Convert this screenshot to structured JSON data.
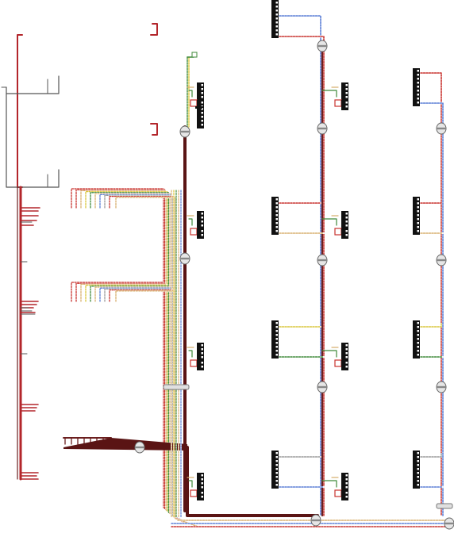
{
  "diagram": {
    "title": "",
    "colors": {
      "background": "#ffffff",
      "harness_red": "#b3262b",
      "harness_dark": "#6b1f1f",
      "trunk_dark": "#5a1414",
      "frame_gray": "#555555",
      "connector_black": "#111111",
      "clip_gray": "#b5b5b5",
      "wire_blue": "#5b7fd6",
      "wire_red": "#c8322e",
      "wire_yellow": "#d9c63b",
      "wire_green": "#3f8a3a",
      "wire_gray": "#9a9a9a",
      "wire_tan": "#d8b070"
    },
    "icons": [
      "connector-block-icon",
      "harness-clip-icon",
      "wire-bundle-icon"
    ],
    "columns": [
      {
        "id": "main-trunk",
        "stations": 4
      },
      {
        "id": "column-2",
        "stations": 4
      },
      {
        "id": "column-3",
        "stations": 4
      }
    ]
  }
}
